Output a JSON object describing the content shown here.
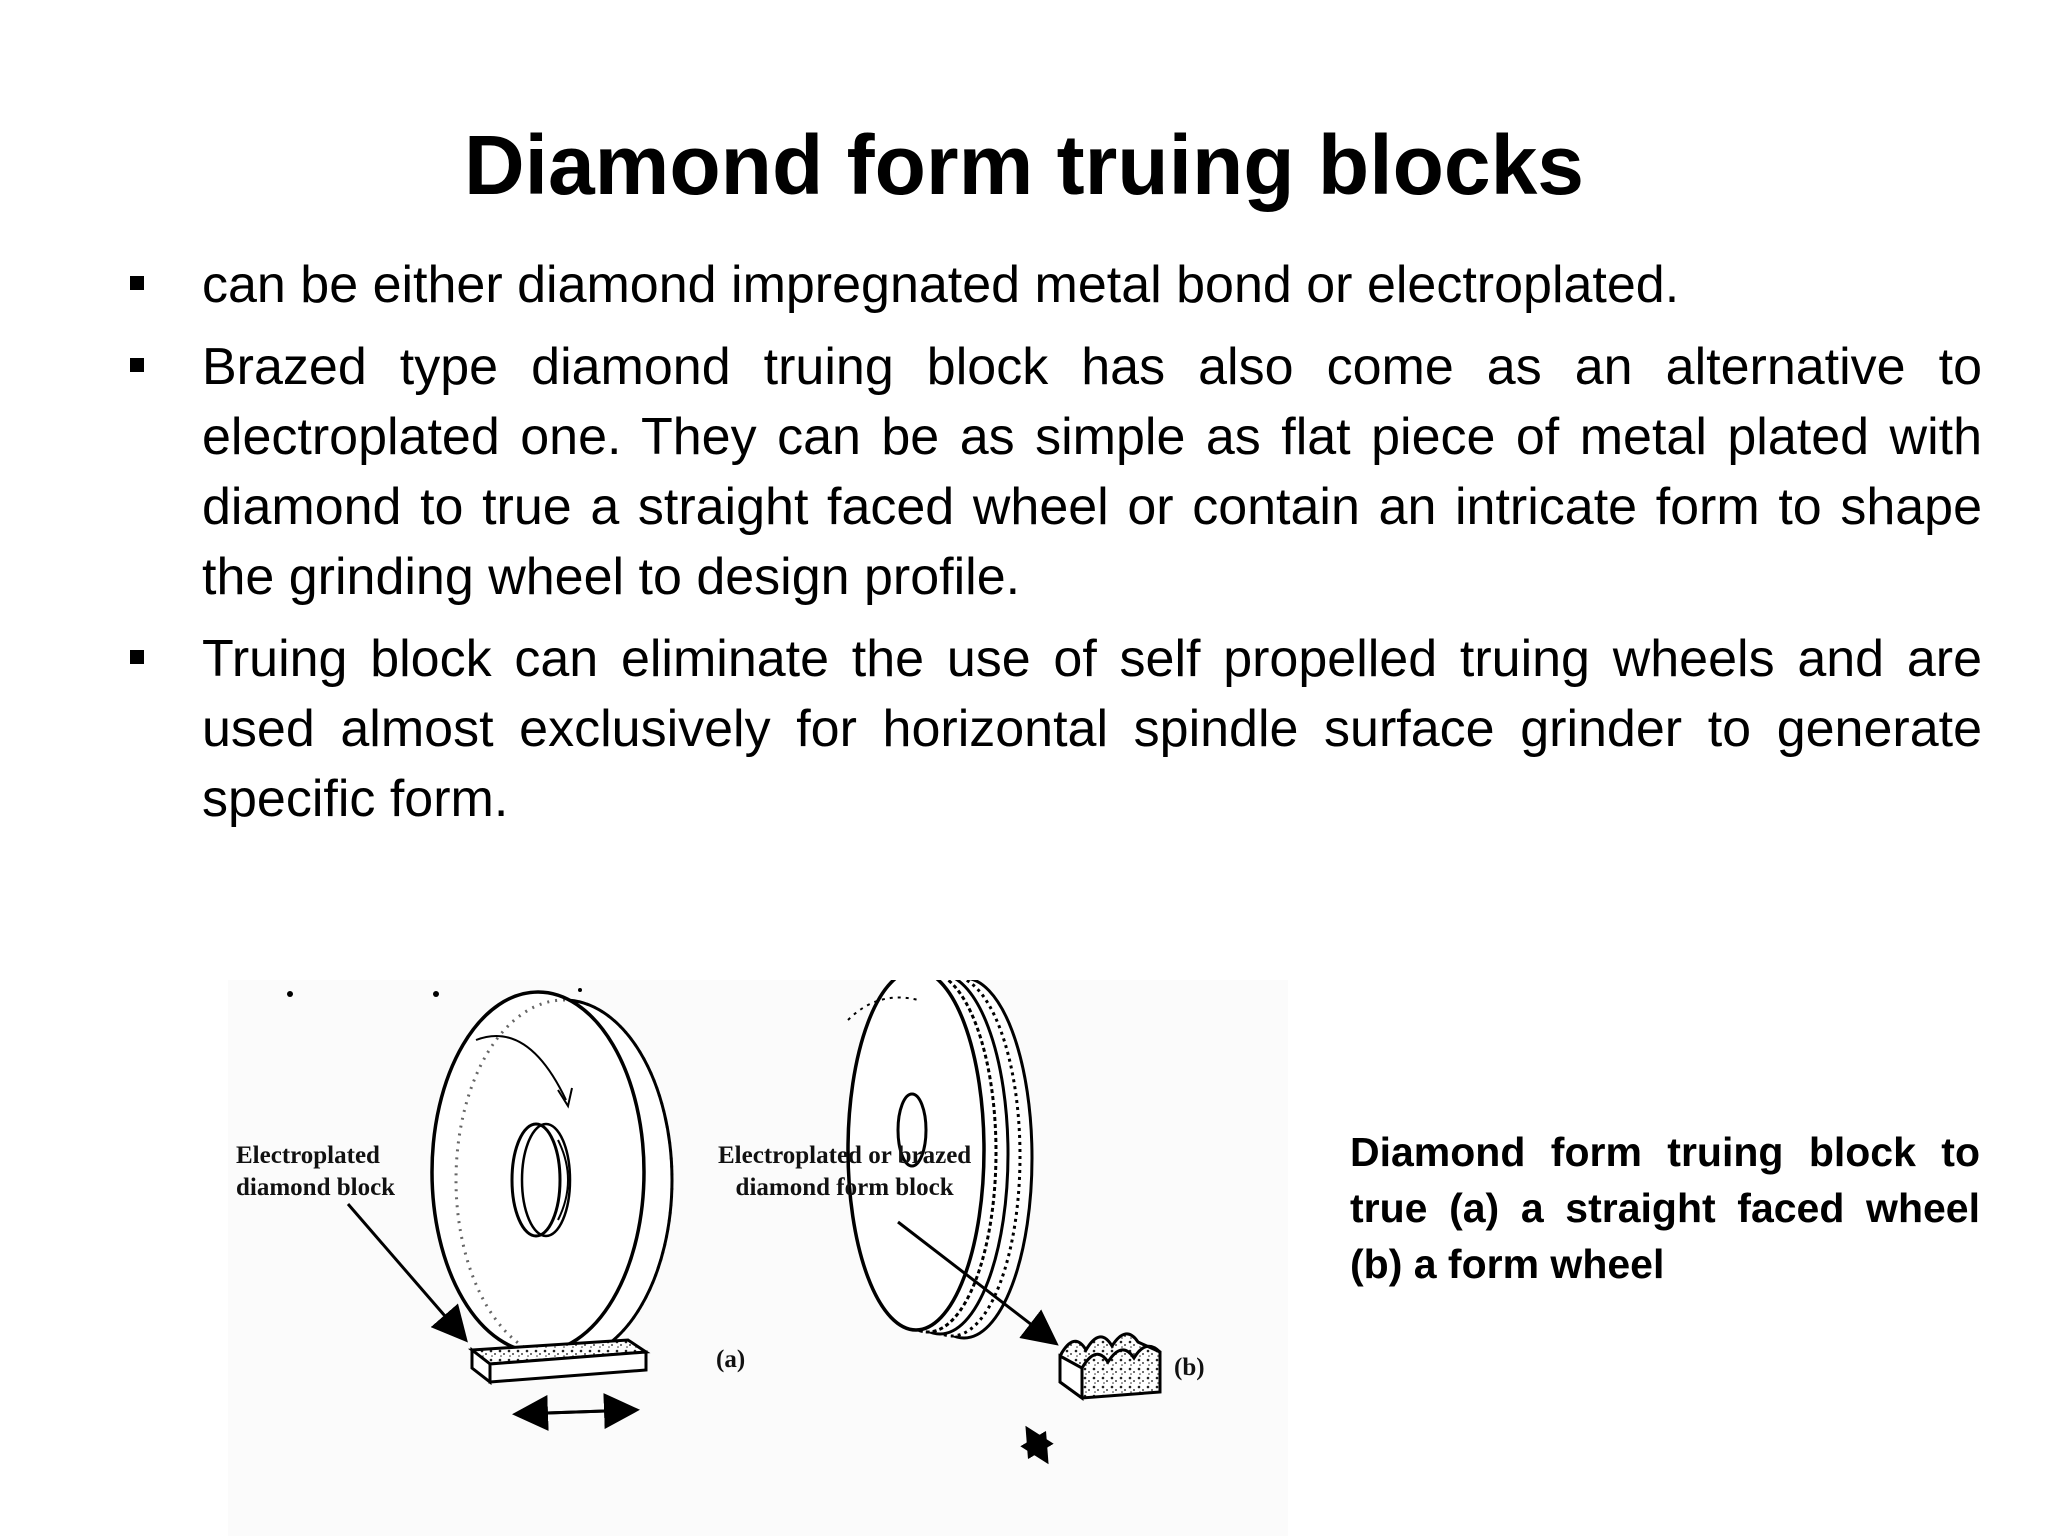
{
  "slide": {
    "title": "Diamond form truing blocks",
    "bullets": [
      "can be either diamond impregnated metal bond or electroplated.",
      "Brazed type diamond truing block has also come as an alternative to electroplated one. They can be as simple as flat piece of metal plated with diamond to true a straight faced wheel or contain an intricate form to shape the grinding wheel to design profile.",
      "Truing block can eliminate the use of self propelled truing wheels and are used almost exclusively for horizontal spindle surface grinder to generate specific form."
    ],
    "figure": {
      "label_a_line1": "Electroplated",
      "label_a_line2": "diamond block",
      "tag_a": "(a)",
      "label_b_line1": "Electroplated or brazed",
      "label_b_line2": "diamond form  block",
      "tag_b": "(b)"
    },
    "caption": "Diamond form truing block to true (a) a straight faced wheel (b) a form wheel"
  }
}
